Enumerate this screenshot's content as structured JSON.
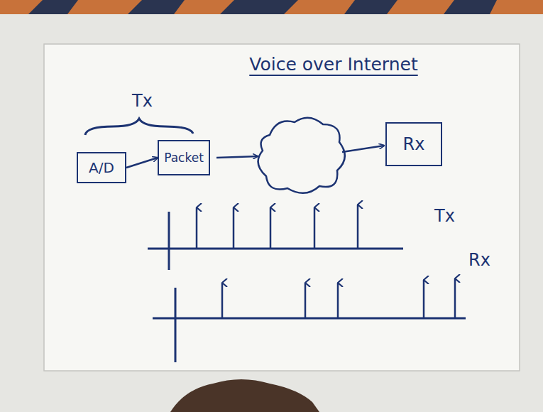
{
  "diagram": {
    "title": "Voice over Internet",
    "nodes": [
      {
        "text": [
          "A/D"
        ]
      },
      {
        "text": [
          "Packet"
        ]
      },
      {
        "text": [
          "Rx"
        ]
      }
    ],
    "edges": [
      {
        "from": 0,
        "to": 1,
        "arrow": "to"
      }
    ],
    "labels": [
      "Tx",
      "Tx",
      "Rx"
    ]
  }
}
